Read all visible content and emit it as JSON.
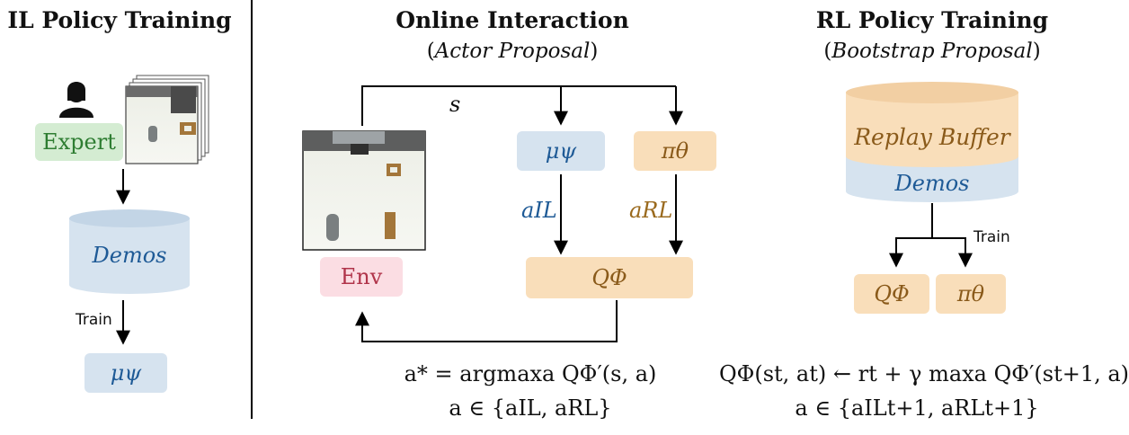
{
  "left": {
    "title": "IL Policy Training",
    "expert_label": "Expert",
    "demos_label": "Demos",
    "train_label": "Train",
    "policy_label": "μψ"
  },
  "middle": {
    "title": "Online Interaction",
    "subtitle_open": "(",
    "subtitle_italic": "Actor Proposal",
    "subtitle_close": ")",
    "state_label": "s",
    "il_policy_label": "μψ",
    "rl_policy_label": "πθ",
    "a_il_label": "aIL",
    "a_rl_label": "aRL",
    "q_label": "QΦ",
    "env_label": "Env",
    "eq1": "a* = argmaxa QΦ′(s, a)",
    "eq2": "a ∈ {aIL, aRL}"
  },
  "right": {
    "title": "RL Policy Training",
    "subtitle_open": "(",
    "subtitle_italic": "Bootstrap Proposal",
    "subtitle_close": ")",
    "replay_label": "Replay Buffer",
    "demos_label": "Demos",
    "train_label": "Train",
    "q_label": "QΦ",
    "pi_label": "πθ",
    "eq1": "QΦ(st, at) ← rt + γ maxa QΦ′(st+1, a)",
    "eq2": "a ∈ {aILt+1, aRLt+1}"
  },
  "colors": {
    "blue": "#d6e3ef",
    "orange": "#f9deba",
    "green": "#d4ecd2",
    "pink": "#fbdde3"
  }
}
